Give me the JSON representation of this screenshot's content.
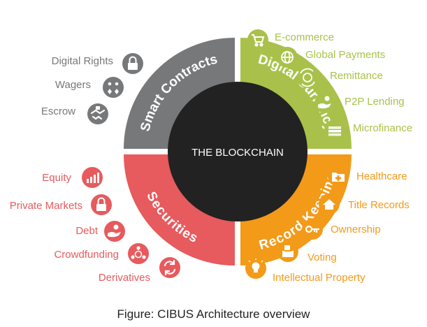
{
  "center": {
    "label": "THE BLOCKCHAIN",
    "color": "#222222"
  },
  "colors": {
    "gray": "#77787a",
    "green": "#a9c14a",
    "red": "#e75a5d",
    "orange": "#f39a18"
  },
  "quadrants": {
    "smart_contracts": {
      "title": "Smart Contracts",
      "items": [
        {
          "label": "Digital Rights",
          "icon": "lock-icon"
        },
        {
          "label": "Wagers",
          "icon": "playing-cards-icon"
        },
        {
          "label": "Escrow",
          "icon": "handshake-icon"
        }
      ]
    },
    "digital_currency": {
      "title": "Digital Currency",
      "items": [
        {
          "label": "E-commerce",
          "icon": "shopping-cart-icon"
        },
        {
          "label": "Global Payments",
          "icon": "globe-icon"
        },
        {
          "label": "Remittance",
          "icon": "globe-transfer-icon"
        },
        {
          "label": "P2P Lending",
          "icon": "hand-coin-icon"
        },
        {
          "label": "Microfinance",
          "icon": "money-stack-icon"
        }
      ]
    },
    "securities": {
      "title": "Securities",
      "items": [
        {
          "label": "Equity",
          "icon": "bar-chart-icon"
        },
        {
          "label": "Private Markets",
          "icon": "lock-icon"
        },
        {
          "label": "Debt",
          "icon": "hand-money-icon"
        },
        {
          "label": "Crowdfunding",
          "icon": "people-network-icon"
        },
        {
          "label": "Derivatives",
          "icon": "exchange-arrows-icon"
        }
      ]
    },
    "record_keeping": {
      "title": "Record Keeping",
      "items": [
        {
          "label": "Healthcare",
          "icon": "medical-folder-icon"
        },
        {
          "label": "Title Records",
          "icon": "house-icon"
        },
        {
          "label": "Ownership",
          "icon": "key-icon"
        },
        {
          "label": "Voting",
          "icon": "ballot-box-icon"
        },
        {
          "label": "Intellectual Property",
          "icon": "lightbulb-icon"
        }
      ]
    }
  },
  "caption": "Figure: CIBUS Architecture overview"
}
